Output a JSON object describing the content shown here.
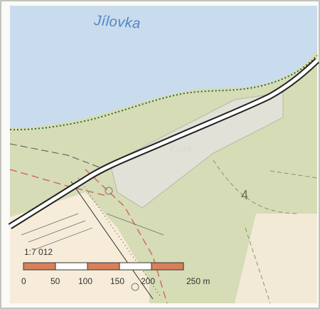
{
  "map": {
    "water_name": "Jílovka",
    "parcel_number": "4",
    "watermark": "ČÚZK",
    "colors": {
      "water": "#c9dcee",
      "land_green": "#d6dcb6",
      "land_beige": "#f6ecd9",
      "road_edge": "#222222",
      "scale_fill": "#d97f5b"
    }
  },
  "scale": {
    "ratio": "1:7 012",
    "ticks": [
      "0",
      "50",
      "100",
      "150",
      "200",
      "250 m"
    ]
  }
}
